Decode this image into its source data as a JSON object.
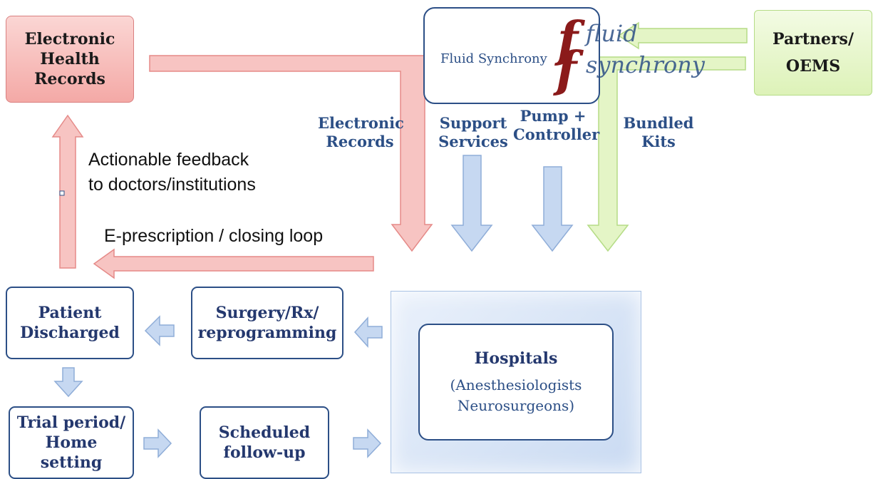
{
  "nodes": {
    "ehr": "Electronic Health Records",
    "fluid_synchrony": "Fluid Synchrony",
    "partners": "Partners/ OEMS",
    "patient_discharged": "Patient Discharged",
    "surgery": "Surgery/Rx/ reprogramming",
    "trial_period": "Trial period/ Home setting",
    "scheduled_followup": "Scheduled follow-up",
    "hospitals": {
      "title": "Hospitals",
      "line1": "(Anesthesiologists",
      "line2": "Neurosurgeons)"
    }
  },
  "flows": {
    "electronic_records": "Electronic Records",
    "support_services": "Support Services",
    "pump_controller": "Pump + Controller",
    "bundled_kits": "Bundled Kits",
    "actionable_feedback_1": "Actionable feedback",
    "actionable_feedback_2": "to doctors/institutions",
    "e_prescription": "E-prescription / closing loop"
  },
  "logo": {
    "word1": "fluid",
    "word2": "synchrony",
    "color": "#8b1a1a"
  },
  "colors": {
    "red_arrow": "#f7c4c2",
    "red_stroke": "#e58a88",
    "blue_arrow": "#c6d8f1",
    "blue_stroke": "#8fadd8",
    "green_arrow": "#e4f5c6",
    "green_stroke": "#b5dc86",
    "box_border": "#2c4f86",
    "label_text": "#2c4f86"
  }
}
